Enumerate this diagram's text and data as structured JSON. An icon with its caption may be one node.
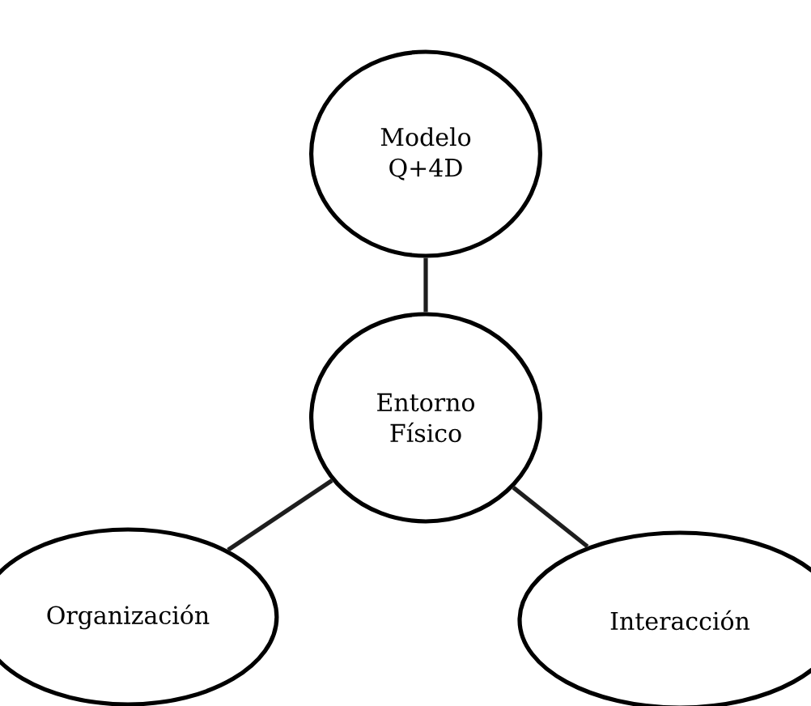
{
  "diagram": {
    "nodes": [
      {
        "text": [
          "Modelo Q+4D"
        ]
      },
      {
        "text": [
          "Entorno Físico"
        ]
      },
      {
        "text": [
          "Organización"
        ]
      },
      {
        "text": [
          "Interacción"
        ]
      }
    ],
    "edges": [
      {
        "from": 1,
        "to": 0,
        "arrow": "none"
      },
      {
        "from": 1,
        "to": 2,
        "arrow": "none"
      },
      {
        "from": 1,
        "to": 3,
        "arrow": "none"
      }
    ]
  }
}
